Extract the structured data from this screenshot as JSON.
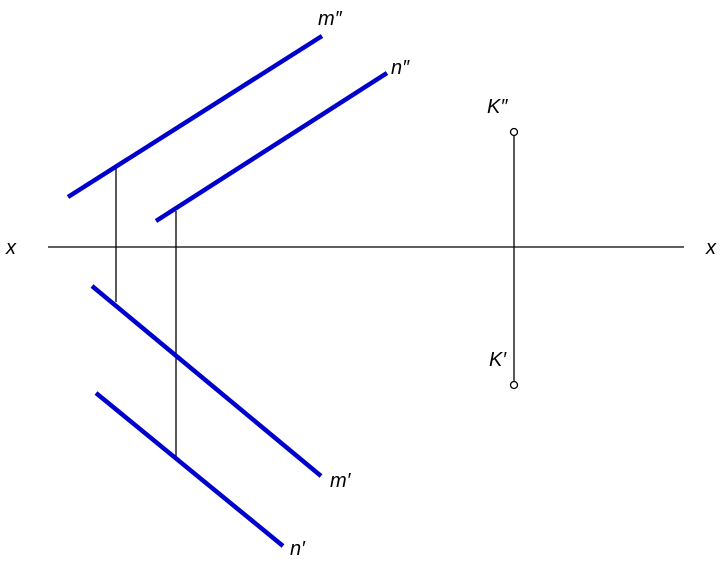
{
  "colors": {
    "background": "#ffffff",
    "projection_line": "#0000cc",
    "construction_line": "#000000",
    "point_marker": "#000000"
  },
  "labels": {
    "axis_left": "x",
    "axis_right": "x",
    "m_frontal": "m″",
    "n_frontal": "n″",
    "m_horizontal": "m′",
    "n_horizontal": "n′",
    "k_frontal": "K″",
    "k_horizontal": "K′"
  }
}
